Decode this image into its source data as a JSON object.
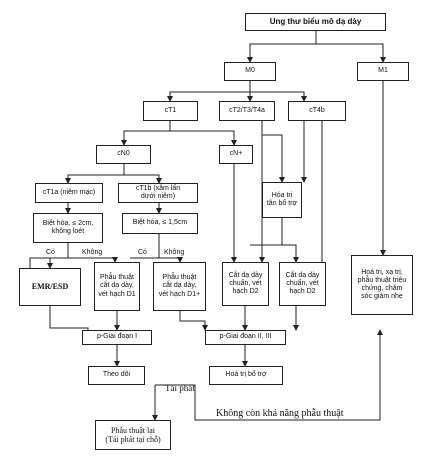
{
  "nodes": {
    "root": "Ung thư biểu mô dạ dày",
    "m0": "M0",
    "m1": "M1",
    "ct1": "cT1",
    "ct2": "cT2/T3/T4a",
    "ct4b": "cT4b",
    "cn0": "cN0",
    "cnplus": "cN+",
    "ct1a": "cT1a (niêm mạc)",
    "ct1b": "cT1b (xâm lấn\ndưới niêm)",
    "hoatri": "Hóa trị\ntân bổ trợ",
    "bh1": "Biệt hóa, ≤ 2cm,\nkhông loét",
    "bh2": "Biệt hóa, ≤ 1,5cm",
    "emr": "EMR/ESD",
    "pt1": "Phẫu thuật\ncắt dạ dày,\nvét hạch D1",
    "pt2": "Phẫu thuật\ncắt dạ dày,\nvét hạch D1+",
    "cat1": "Cắt dạ dày\nchuẩn, vét\nhạch D2",
    "cat2": "Cắt dạ dày\nchuẩn, vét\nhạch D2",
    "palliative": "Hoá trị, xạ trị,\nphẫu thuật triệu\nchứng, chăm\nsóc giảm nhẹ",
    "pg1": "p-Giai đoạn I",
    "pg23": "p-Giai đoạn II, III",
    "theodoi": "Theo dõi",
    "hoatribotro": "Hoá trị bổ trợ",
    "ptl": "Phẫu thuật lại\n(Tái phát tại chỗ)"
  },
  "labels": {
    "co1": "Có",
    "khong1": "Không",
    "co2": "Có",
    "khong2": "Không",
    "taiphat": "Tái phát",
    "khongcon": "Không còn khả năng phẫu thuật"
  }
}
